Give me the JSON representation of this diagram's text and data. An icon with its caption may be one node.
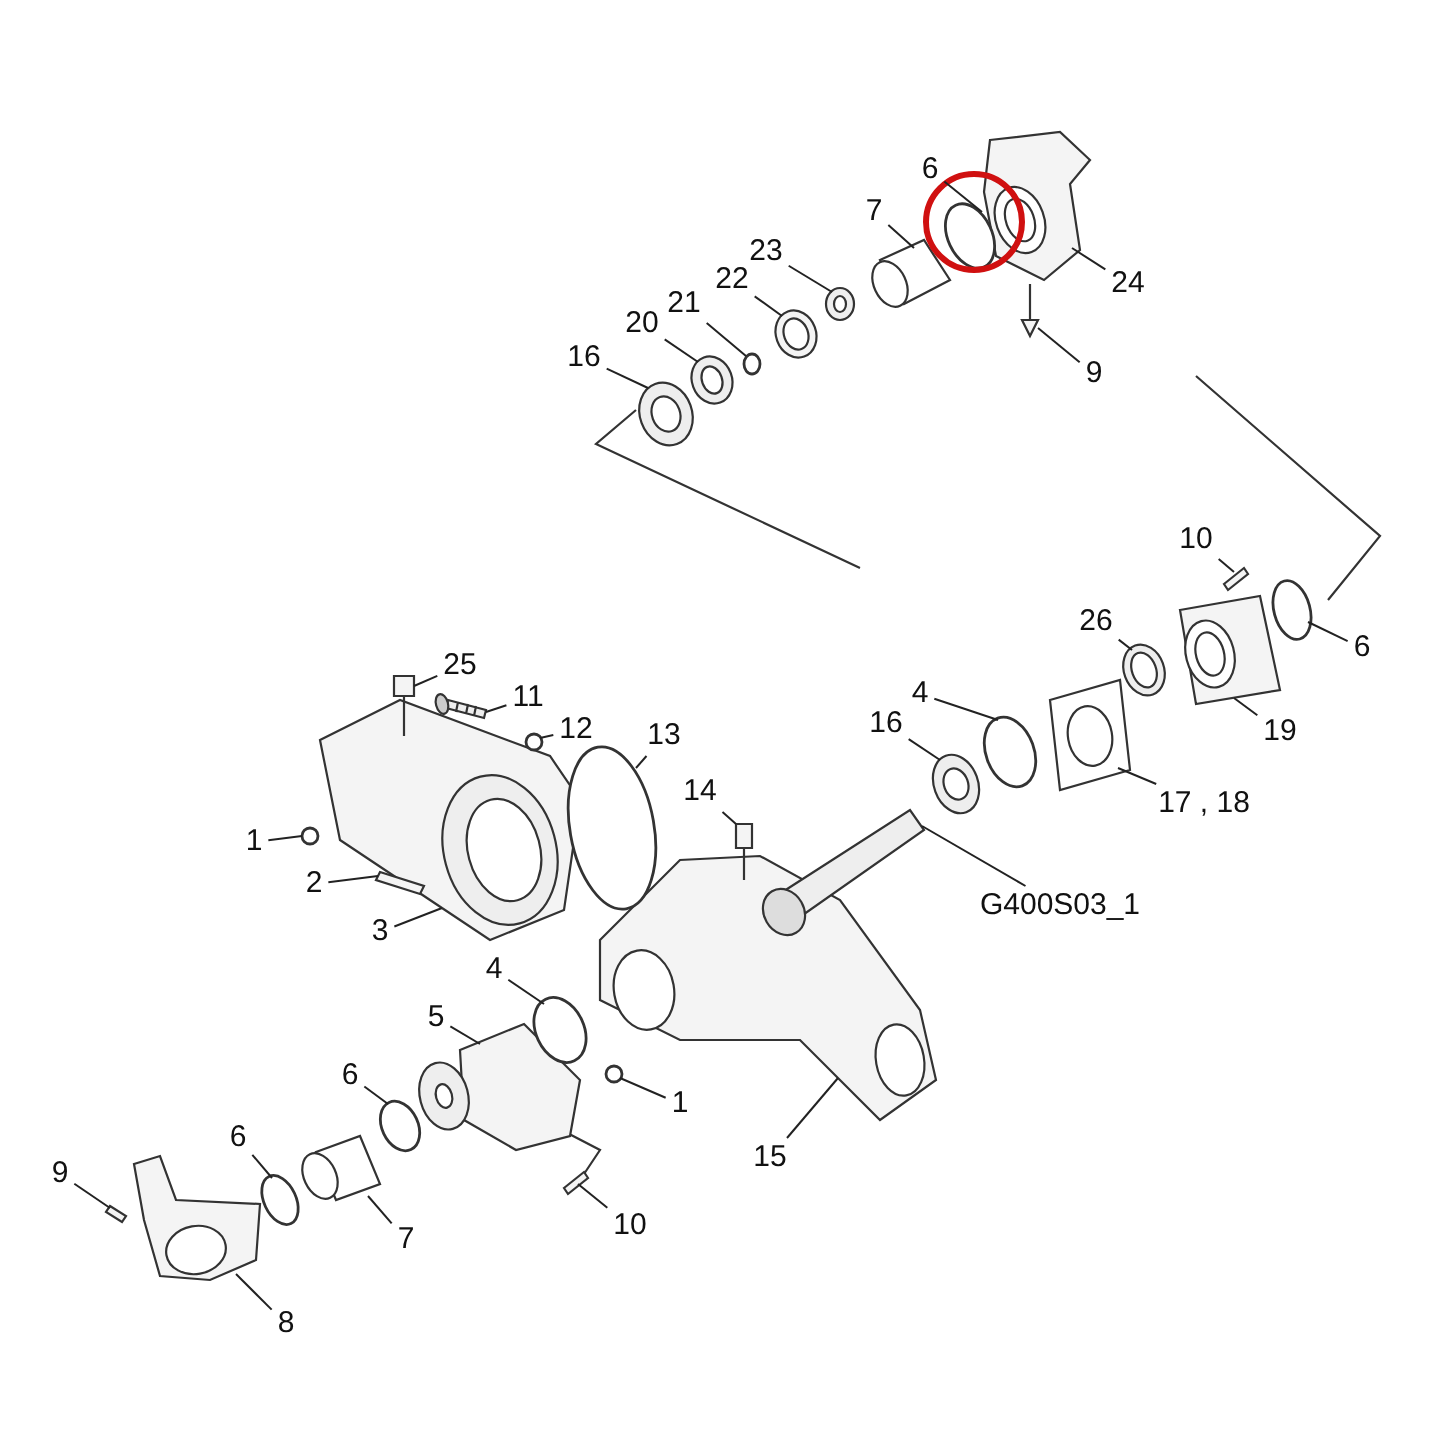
{
  "diagram": {
    "nodes": [
      {
        "text": [
          "6"
        ]
      },
      {
        "text": [
          "7"
        ]
      },
      {
        "text": [
          "23"
        ]
      },
      {
        "text": [
          "24"
        ]
      },
      {
        "text": [
          "22"
        ]
      },
      {
        "text": [
          "21"
        ]
      },
      {
        "text": [
          "20"
        ]
      },
      {
        "text": [
          "16"
        ]
      },
      {
        "text": [
          "9"
        ]
      },
      {
        "text": [
          "10"
        ]
      },
      {
        "text": [
          "26"
        ]
      },
      {
        "text": [
          "6"
        ]
      },
      {
        "text": [
          "25"
        ]
      },
      {
        "text": [
          "19"
        ]
      },
      {
        "text": [
          "4"
        ]
      },
      {
        "text": [
          "11"
        ]
      },
      {
        "text": [
          "12"
        ]
      },
      {
        "text": [
          "16"
        ]
      },
      {
        "text": [
          "13"
        ]
      },
      {
        "text": [
          "17 , 18"
        ]
      },
      {
        "text": [
          "14"
        ]
      },
      {
        "text": [
          "1"
        ]
      },
      {
        "text": [
          "G400S03_1"
        ]
      },
      {
        "text": [
          "2"
        ]
      },
      {
        "text": [
          "3"
        ]
      },
      {
        "text": [
          "4"
        ]
      },
      {
        "text": [
          "5"
        ]
      },
      {
        "text": [
          "6"
        ]
      },
      {
        "text": [
          "1"
        ]
      },
      {
        "text": [
          "6"
        ]
      },
      {
        "text": [
          "9"
        ]
      },
      {
        "text": [
          "15"
        ]
      },
      {
        "text": [
          "7"
        ]
      },
      {
        "text": [
          "10"
        ]
      },
      {
        "text": [
          "8"
        ]
      },
      {
        "text": [],
        "shape": "circle"
      },
      {
        "text": [],
        "shape": "picture"
      },
      {
        "text": [],
        "shape": "picture"
      },
      {
        "text": [],
        "shape": "picture"
      },
      {
        "text": [],
        "shape": "picture"
      },
      {
        "text": [],
        "shape": "circle"
      },
      {
        "text": [],
        "shape": "picture"
      },
      {
        "text": [],
        "shape": "picture"
      },
      {
        "text": [],
        "shape": "picture"
      },
      {
        "text": [],
        "shape": "picture"
      },
      {
        "text": [],
        "shape": "picture"
      },
      {
        "text": [],
        "shape": "circle"
      },
      {
        "text": [],
        "shape": "picture"
      },
      {
        "text": [],
        "shape": "picture"
      },
      {
        "text": [],
        "shape": "circle"
      },
      {
        "text": [],
        "shape": "picture"
      },
      {
        "text": [],
        "shape": "circle"
      },
      {
        "text": [],
        "shape": "picture"
      },
      {
        "text": [],
        "shape": "circle"
      },
      {
        "text": [],
        "shape": "picture"
      },
      {
        "text": [],
        "shape": "picture"
      },
      {
        "text": [],
        "shape": "circle"
      },
      {
        "text": [],
        "shape": "picture"
      },
      {
        "text": [],
        "shape": "picture"
      },
      {
        "text": [],
        "shape": "picture"
      },
      {
        "text": [],
        "shape": "circle"
      },
      {
        "text": [],
        "shape": "picture"
      },
      {
        "text": [],
        "shape": "circle"
      },
      {
        "text": [],
        "shape": "circle"
      },
      {
        "text": [],
        "shape": "circle"
      },
      {
        "text": [],
        "shape": "picture"
      },
      {
        "text": [],
        "shape": "picture"
      },
      {
        "text": [],
        "shape": "picture"
      },
      {
        "text": [],
        "shape": "picture"
      },
      {
        "text": [],
        "shape": "picture"
      }
    ],
    "edges": [
      {
        "from": 0,
        "to": 35,
        "arrow": "none"
      },
      {
        "from": 1,
        "to": 36,
        "arrow": "none"
      },
      {
        "from": 2,
        "to": 37,
        "arrow": "none"
      },
      {
        "from": 3,
        "to": 38,
        "arrow": "none"
      },
      {
        "from": 4,
        "to": 39,
        "arrow": "none"
      },
      {
        "from": 5,
        "to": 40,
        "arrow": "none"
      },
      {
        "from": 6,
        "to": 41,
        "arrow": "none"
      },
      {
        "from": 7,
        "to": 42,
        "arrow": "none"
      },
      {
        "from": 8,
        "to": 43,
        "arrow": "none"
      },
      {
        "from": 9,
        "to": 44,
        "arrow": "none"
      },
      {
        "from": 10,
        "to": 45,
        "arrow": "none"
      },
      {
        "from": 11,
        "to": 46,
        "arrow": "none"
      },
      {
        "from": 12,
        "to": 47,
        "arrow": "none"
      },
      {
        "from": 13,
        "to": 48,
        "arrow": "none"
      },
      {
        "from": 14,
        "to": 49,
        "arrow": "none"
      },
      {
        "from": 15,
        "to": 50,
        "arrow": "none"
      },
      {
        "from": 16,
        "to": 51,
        "arrow": "none"
      },
      {
        "from": 17,
        "to": 52,
        "arrow": "none"
      },
      {
        "from": 18,
        "to": 53,
        "arrow": "none"
      },
      {
        "from": 19,
        "to": 54,
        "arrow": "none"
      },
      {
        "from": 20,
        "to": 55,
        "arrow": "none"
      },
      {
        "from": 21,
        "to": 56,
        "arrow": "none"
      },
      {
        "from": 22,
        "to": 57,
        "arrow": "none"
      },
      {
        "from": 23,
        "to": 58,
        "arrow": "none"
      },
      {
        "from": 24,
        "to": 59,
        "arrow": "none"
      },
      {
        "from": 25,
        "to": 60,
        "arrow": "none"
      },
      {
        "from": 26,
        "to": 61,
        "arrow": "none"
      },
      {
        "from": 27,
        "to": 62,
        "arrow": "none"
      },
      {
        "from": 28,
        "to": 63,
        "arrow": "none"
      },
      {
        "from": 29,
        "to": 64,
        "arrow": "none"
      },
      {
        "from": 30,
        "to": 65,
        "arrow": "none"
      },
      {
        "from": 31,
        "to": 66,
        "arrow": "none"
      },
      {
        "from": 32,
        "to": 67,
        "arrow": "none"
      },
      {
        "from": 33,
        "to": 68,
        "arrow": "none"
      },
      {
        "from": 34,
        "to": 69,
        "arrow": "none"
      }
    ]
  }
}
